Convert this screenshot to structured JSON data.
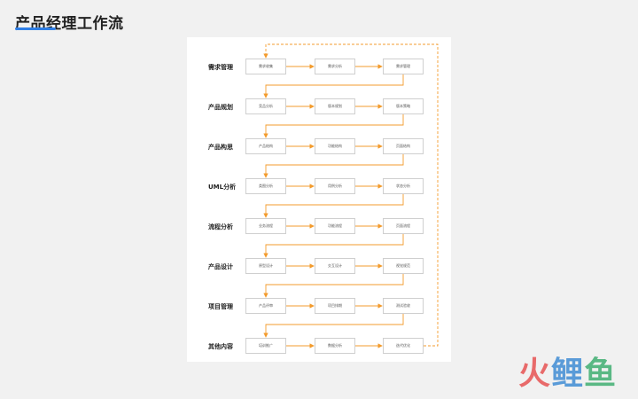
{
  "page": {
    "title": "产品经理工作流"
  },
  "stages": [
    {
      "label": "需求管理",
      "steps": [
        "需求收集",
        "需求分析",
        "需求管理"
      ]
    },
    {
      "label": "产品规划",
      "steps": [
        "竞品分析",
        "版本规划",
        "版本策略"
      ]
    },
    {
      "label": "产品构思",
      "steps": [
        "产品结构",
        "功能结构",
        "页面结构"
      ]
    },
    {
      "label": "UML分析",
      "steps": [
        "类图分析",
        "用例分析",
        "状态分析"
      ]
    },
    {
      "label": "流程分析",
      "steps": [
        "业务流程",
        "功能流程",
        "页面流程"
      ]
    },
    {
      "label": "产品设计",
      "steps": [
        "原型设计",
        "交互设计",
        "视觉规范"
      ]
    },
    {
      "label": "项目管理",
      "steps": [
        "产品评审",
        "项目排期",
        "测试验收"
      ]
    },
    {
      "label": "其他内容",
      "steps": [
        "培训推广",
        "数据分析",
        "迭代优化"
      ]
    }
  ],
  "colors": {
    "arrow": "#f39b2c",
    "node_border": "#cfcfcf",
    "title_underline": "#2f7fe6"
  },
  "brand": {
    "chars": [
      "火",
      "鲤",
      "鱼"
    ]
  }
}
